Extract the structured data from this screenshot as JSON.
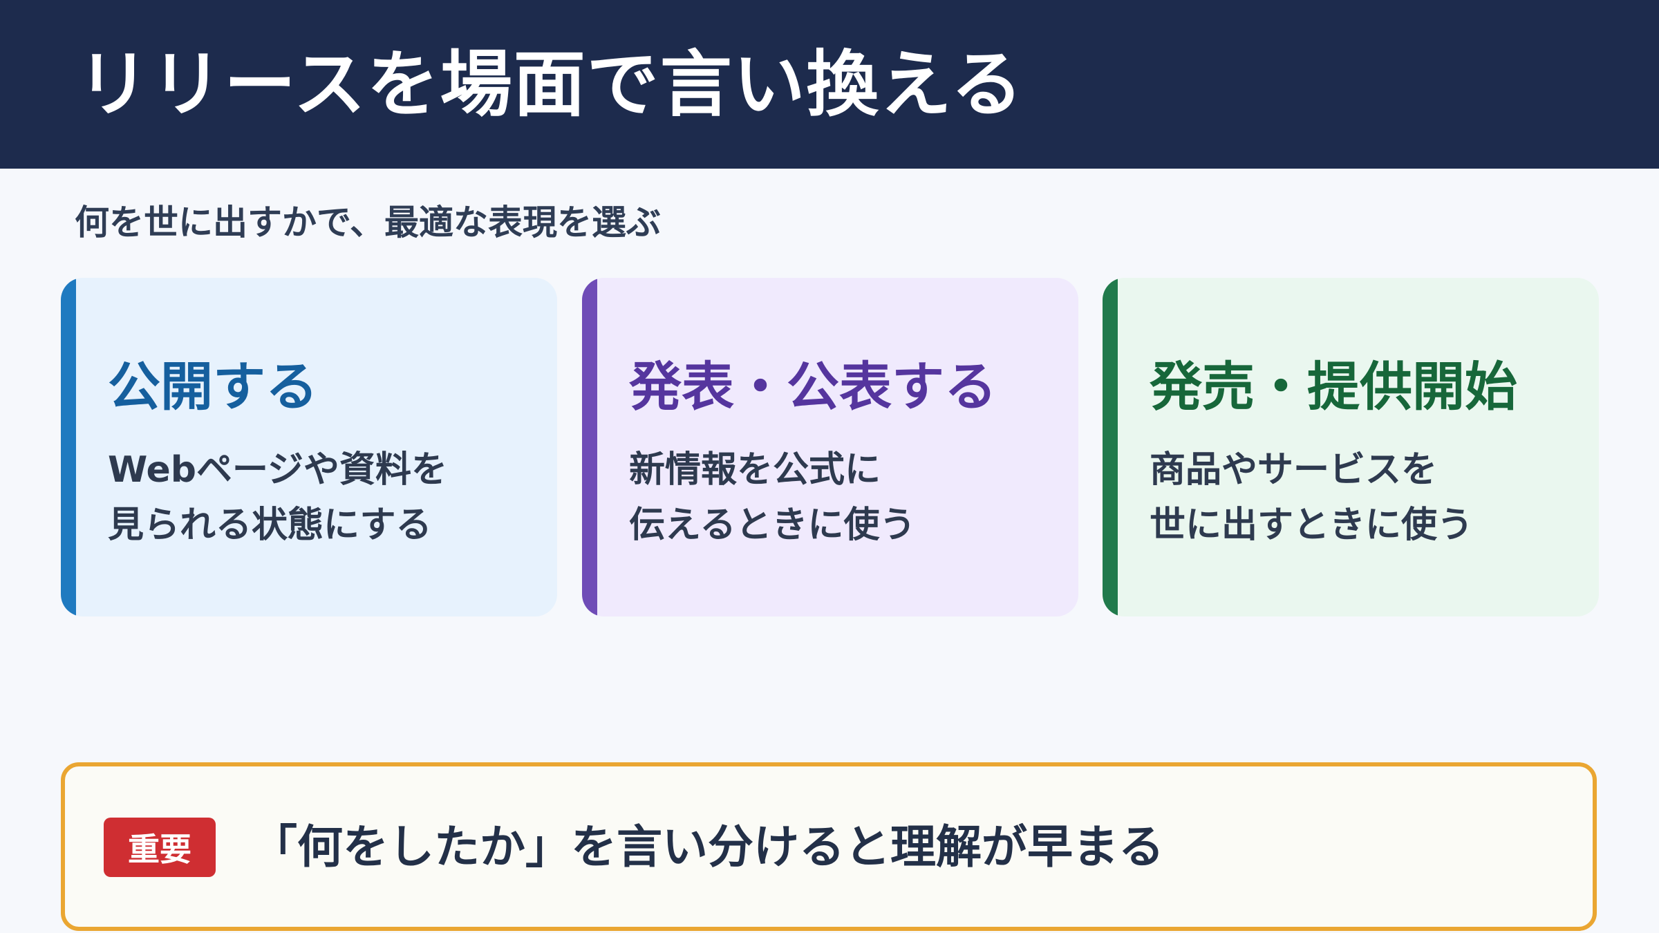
{
  "header": {
    "title": "リリースを場面で言い換える"
  },
  "subtitle": "何を世に出すかで、最適な表現を選ぶ",
  "cards": [
    {
      "title": "公開する",
      "lines": [
        "Webページや資料を",
        "見られる状態にする"
      ]
    },
    {
      "title": "発表・公表する",
      "lines": [
        "新情報を公式に",
        "伝えるときに使う"
      ]
    },
    {
      "title": "発売・提供開始",
      "lines": [
        "商品やサービスを",
        "世に出すときに使う"
      ]
    }
  ],
  "note": {
    "badge": "重要",
    "text": "「何をしたか」を言い分けると理解が早まる"
  },
  "colors": {
    "header_bg": "#1d2b4d",
    "card1_accent": "#1f7ac0",
    "card2_accent": "#6f4cb7",
    "card3_accent": "#217a4c",
    "note_border": "#eaa632",
    "badge_bg": "#cf2e32"
  }
}
